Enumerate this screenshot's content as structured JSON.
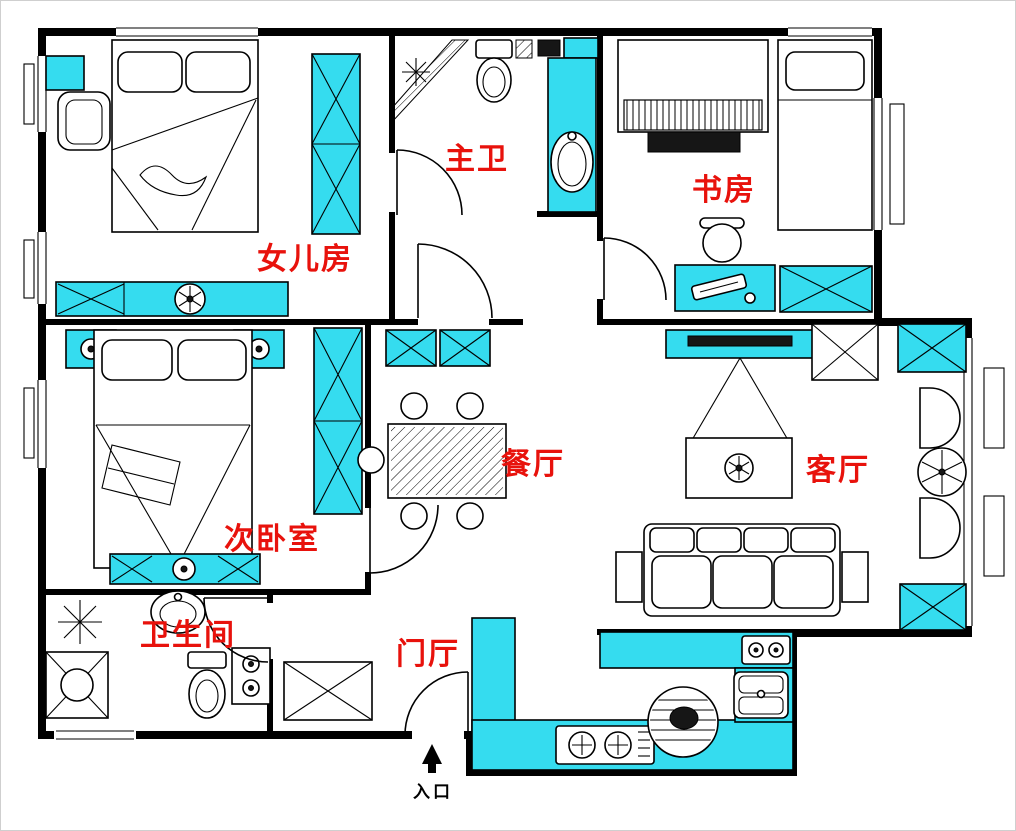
{
  "floorplan": {
    "rooms": [
      {
        "id": "master-bath",
        "label": "主卫"
      },
      {
        "id": "study",
        "label": "书房"
      },
      {
        "id": "daughters-room",
        "label": "女儿房"
      },
      {
        "id": "dining",
        "label": "餐厅"
      },
      {
        "id": "living",
        "label": "客厅"
      },
      {
        "id": "second-bedroom",
        "label": "次卧室"
      },
      {
        "id": "bathroom",
        "label": "卫生间"
      },
      {
        "id": "foyer",
        "label": "门厅"
      }
    ],
    "entrance_label": "入口"
  },
  "colors": {
    "highlight": "#35dcef",
    "wall": "#000000",
    "room-label": "#e8120c",
    "background": "#ffffff"
  }
}
